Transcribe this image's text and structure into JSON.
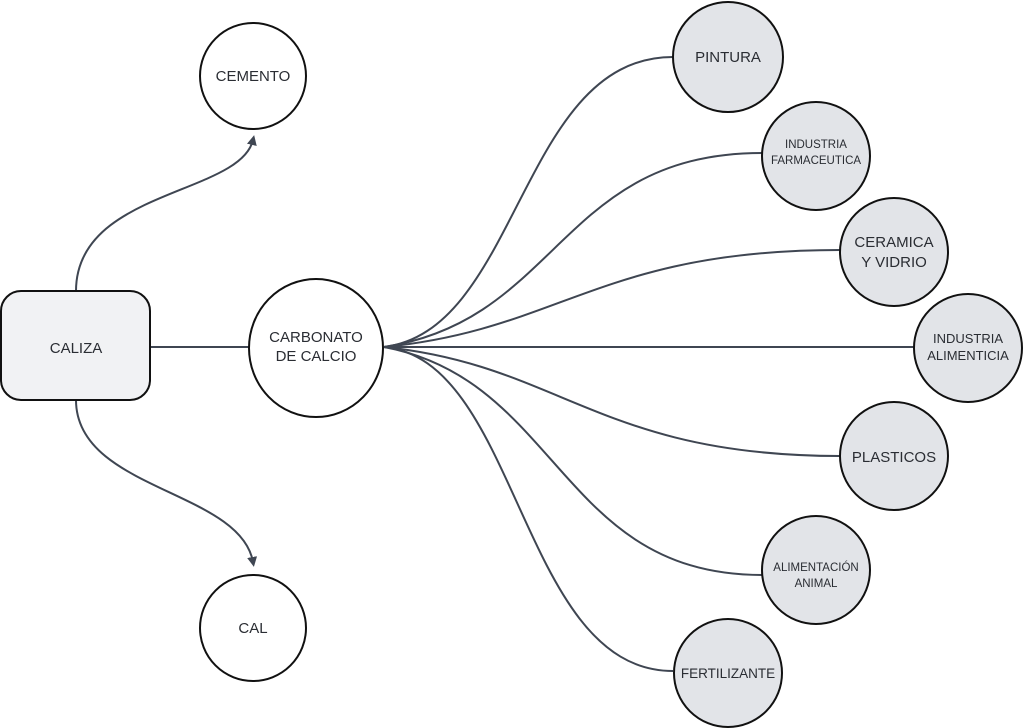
{
  "nodes": {
    "caliza": "CALIZA",
    "cemento": "CEMENTO",
    "cal": "CAL",
    "carbonato": [
      "CARBONATO",
      "DE CALCIO"
    ],
    "pintura": "PINTURA",
    "farmaceutica": [
      "INDUSTRIA",
      "FARMACEUTICA"
    ],
    "ceramica": [
      "CERAMICA",
      "Y VIDRIO"
    ],
    "alimenticia": [
      "INDUSTRIA",
      "ALIMENTICIA"
    ],
    "plasticos": "PLASTICOS",
    "animal": [
      "ALIMENTACIÓN",
      "ANIMAL"
    ],
    "fertilizante": "FERTILIZANTE"
  },
  "colors": {
    "edge": "#3f4652",
    "fill_gray": "#e2e4e8",
    "fill_rect": "#f1f2f4"
  }
}
